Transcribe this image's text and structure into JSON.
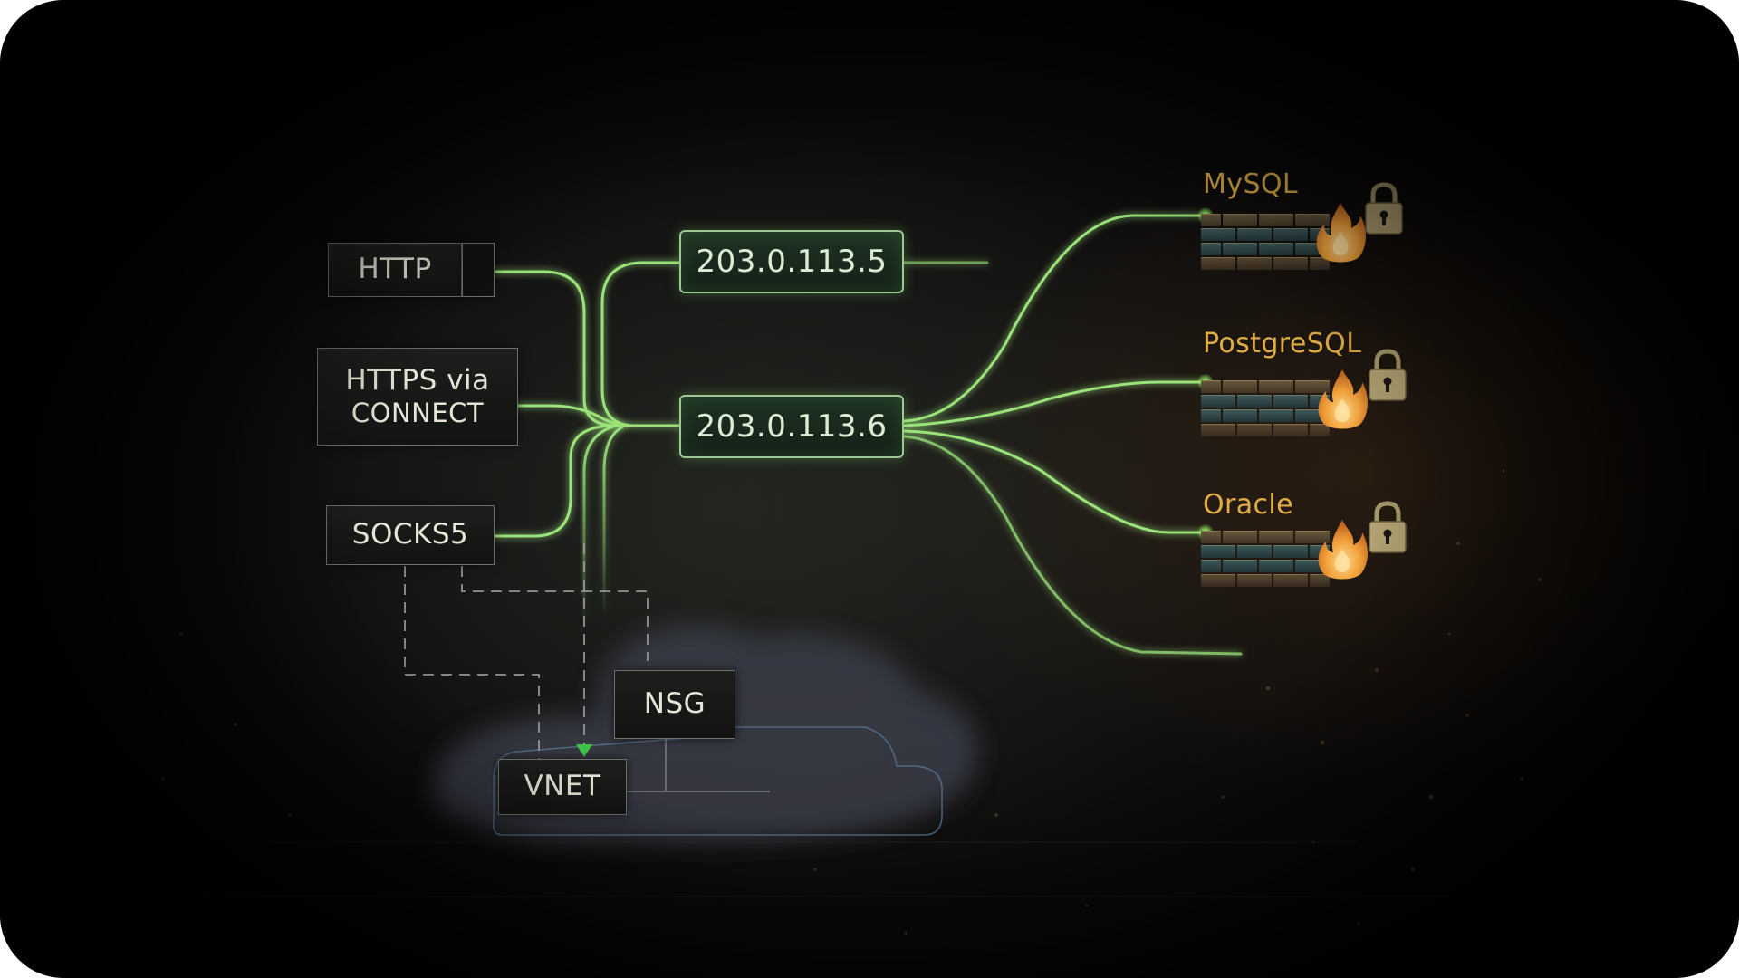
{
  "diagram": {
    "protocols": [
      {
        "id": "http",
        "label": "HTTP"
      },
      {
        "id": "https",
        "label_line1": "HTTPS via",
        "label_line2": "CONNECT"
      },
      {
        "id": "socks5",
        "label": "SOCKS5"
      }
    ],
    "egress_ips": [
      {
        "id": "ip1",
        "label": "203.0.113.5"
      },
      {
        "id": "ip2",
        "label": "203.0.113.6"
      }
    ],
    "databases": [
      {
        "id": "mysql",
        "label": "MySQL",
        "icons": [
          "firewall-icon",
          "flame-icon",
          "lock-icon"
        ]
      },
      {
        "id": "postgres",
        "label": "PostgreSQL",
        "icons": [
          "firewall-icon",
          "flame-icon",
          "lock-icon"
        ]
      },
      {
        "id": "oracle",
        "label": "Oracle",
        "icons": [
          "firewall-icon",
          "flame-icon",
          "lock-icon"
        ]
      }
    ],
    "cloud": {
      "nsg": {
        "label": "NSG"
      },
      "vnet": {
        "label": "VNET"
      }
    },
    "colors": {
      "connector_green": "#9be27a",
      "db_label_gold": "#e0ad45",
      "box_border": "#6d6f6a",
      "ip_border": "#9ec796",
      "dashed_line": "#9a9a9a",
      "arrow_green": "#3fc24a",
      "cloud_outline": "#5d7a98"
    }
  }
}
